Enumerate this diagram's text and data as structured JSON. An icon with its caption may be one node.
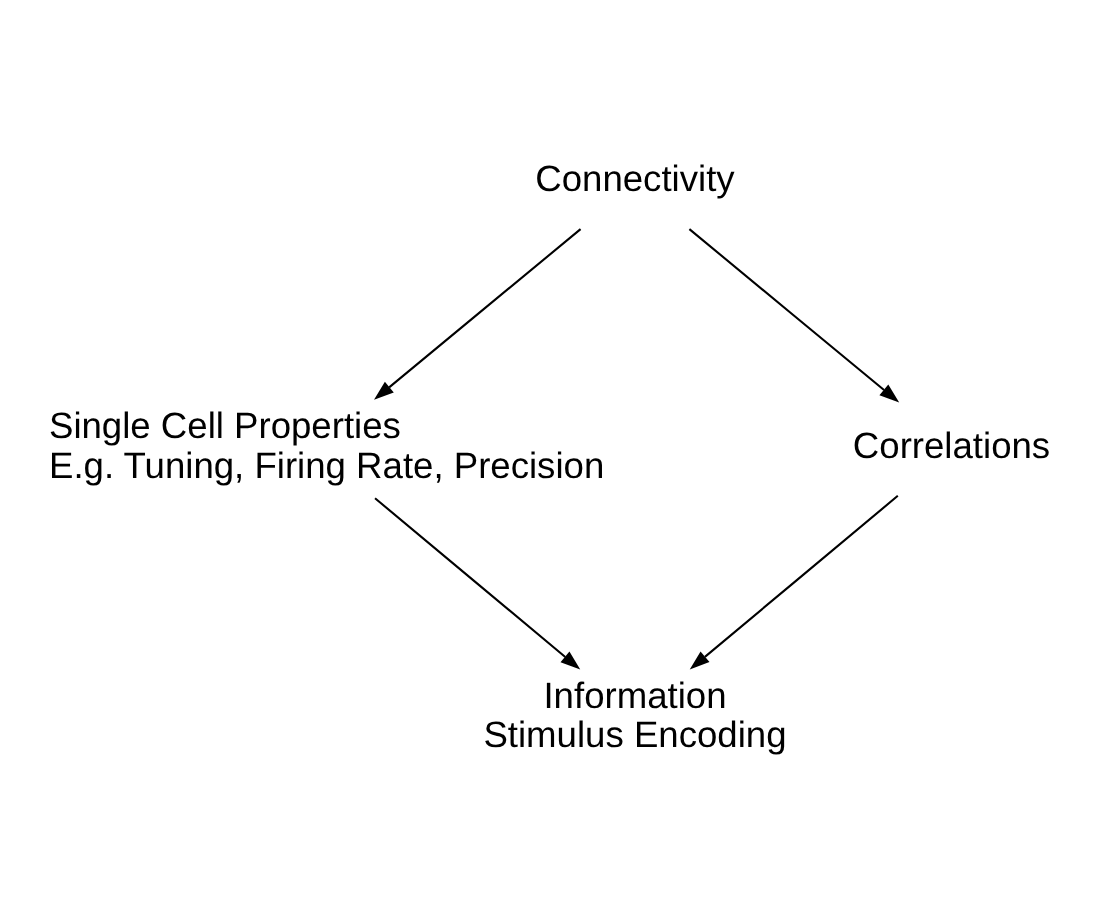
{
  "diagram": {
    "nodes": [
      {
        "text": [
          "Connectivity"
        ]
      },
      {
        "text": [
          "Single Cell Properties",
          "E.g. Tuning, Firing Rate, Precision"
        ]
      },
      {
        "text": [
          "Correlations"
        ]
      },
      {
        "text": [
          "Information",
          "Stimulus Encoding"
        ]
      }
    ],
    "edges": [
      {
        "from": 0,
        "to": 1,
        "arrow": "to"
      },
      {
        "from": 0,
        "to": 2,
        "arrow": "to"
      },
      {
        "from": 1,
        "to": 3,
        "arrow": "to"
      },
      {
        "from": 2,
        "to": 3,
        "arrow": "to"
      }
    ]
  }
}
